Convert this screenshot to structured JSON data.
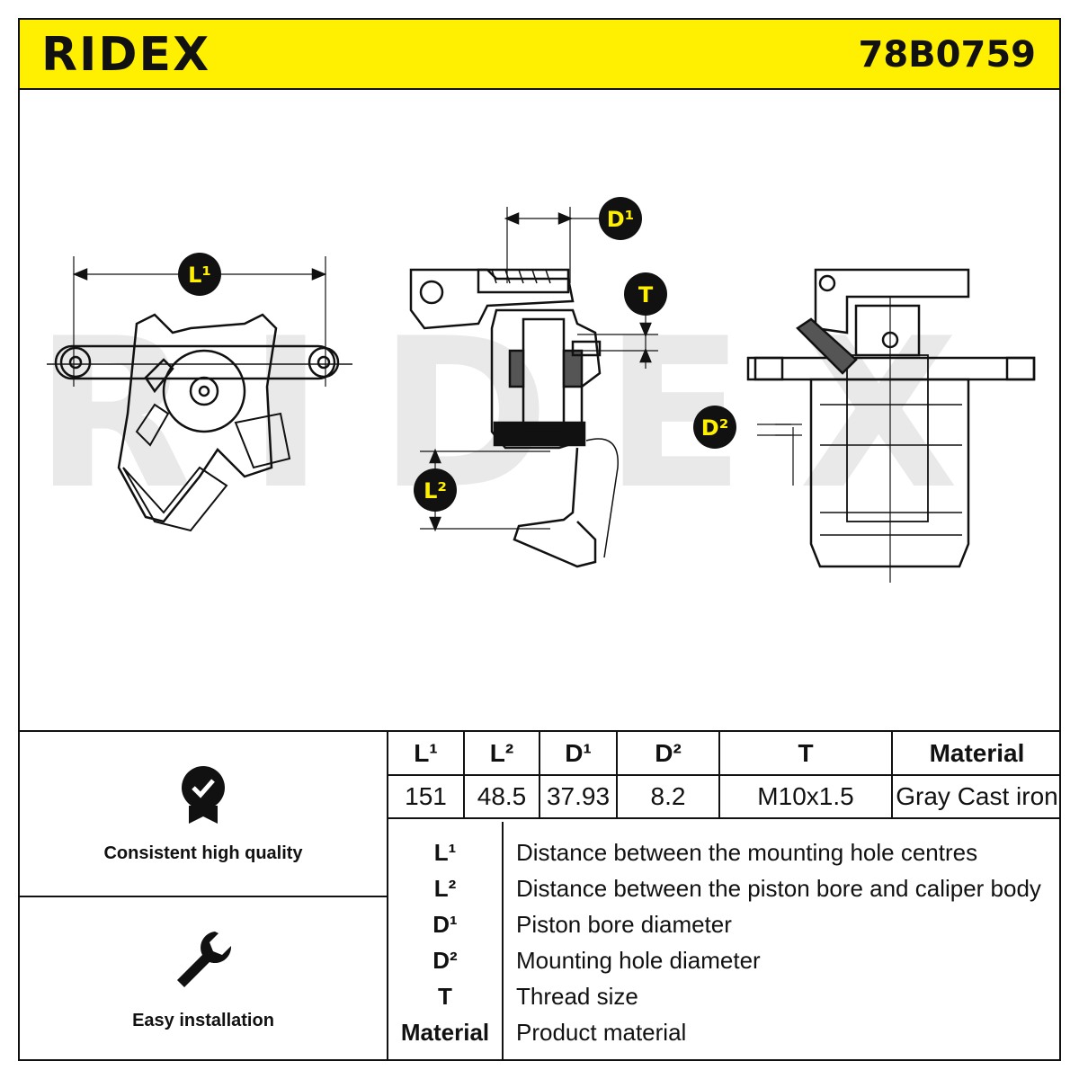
{
  "header": {
    "brand": "RIDEX",
    "part_number": "78B0759",
    "background": "#FFEF00"
  },
  "diagram": {
    "watermark": "RIDEX",
    "dim_labels": [
      "L¹",
      "L²",
      "D¹",
      "D²",
      "T"
    ],
    "marker_color": "#FFEF00"
  },
  "features": [
    {
      "label": "Consistent high quality",
      "icon": "quality-badge-icon"
    },
    {
      "label": "Easy installation",
      "icon": "wrench-icon"
    }
  ],
  "spec_table": {
    "headers": [
      "L¹",
      "L²",
      "D¹",
      "D²",
      "T",
      "Material"
    ],
    "values": [
      "151",
      "48.5",
      "37.93",
      "8.2",
      "M10x1.5",
      "Gray Cast iron"
    ]
  },
  "legend": [
    {
      "key": "L¹",
      "desc": "Distance between the mounting hole centres"
    },
    {
      "key": "L²",
      "desc": "Distance between the piston bore and caliper body"
    },
    {
      "key": "D¹",
      "desc": "Piston bore diameter"
    },
    {
      "key": "D²",
      "desc": "Mounting hole diameter"
    },
    {
      "key": "T",
      "desc": "Thread size"
    },
    {
      "key": "Material",
      "desc": "Product material"
    }
  ]
}
